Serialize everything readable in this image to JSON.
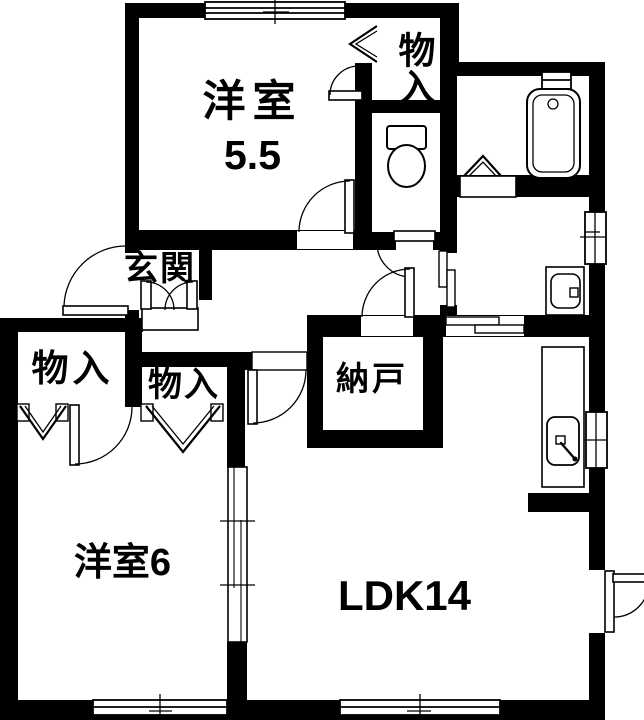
{
  "plan_title": "apartment-floor-plan",
  "rooms": {
    "western_room_top": {
      "name": "洋室",
      "size": "5.5"
    },
    "closet_top": {
      "label": "物入"
    },
    "entrance": {
      "label": "玄関"
    },
    "closet_left": {
      "label": "物入"
    },
    "closet_mid": {
      "label": "物入"
    },
    "storeroom": {
      "label": "納戸"
    },
    "western_room_bottom": {
      "label": "洋室6"
    },
    "ldk": {
      "label": "LDK14"
    }
  },
  "fixtures": {
    "toilet": "toilet-icon",
    "bathtub": "bathtub-icon",
    "washbasin": "washbasin-icon",
    "kitchen_sink": "kitchen-sink-icon"
  },
  "colors": {
    "wall": "#000000",
    "background": "#ffffff",
    "line": "#000000"
  }
}
